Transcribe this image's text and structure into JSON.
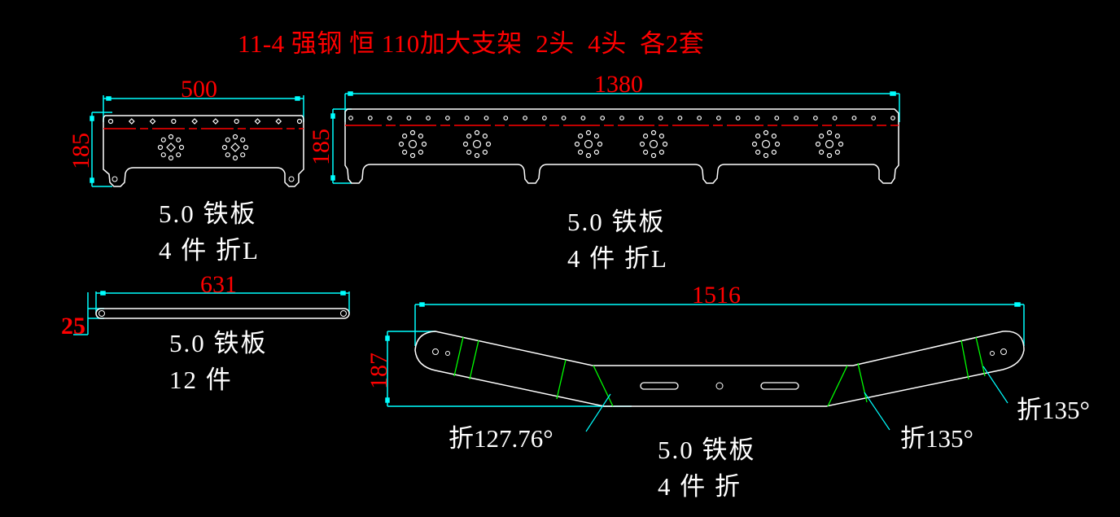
{
  "title": "11-4 强钢 恒 110加大支架  2头  4头  各2套",
  "colors": {
    "background": "#000000",
    "outline": "#ffffff",
    "dimension_line": "#00ffff",
    "dimension_text": "#ff0000",
    "bend_line": "#00ff00",
    "center_line": "#ff0000",
    "note_text": "#ffffff"
  },
  "parts": [
    {
      "id": "part-500",
      "width_dim": "500",
      "height_dim": "185",
      "note_lines": [
        "5.0 铁板",
        "4 件 折L"
      ],
      "hole_clusters": 2,
      "top_holes": 10
    },
    {
      "id": "part-1380",
      "width_dim": "1380",
      "height_dim": "185",
      "note_lines": [
        "5.0 铁板",
        "4 件 折L"
      ],
      "hole_clusters": 6,
      "top_holes": 29
    },
    {
      "id": "part-631",
      "width_dim": "631",
      "height_dim": "25",
      "note_lines": [
        "5.0 铁板",
        "12 件"
      ]
    },
    {
      "id": "part-1516",
      "width_dim": "1516",
      "height_dim": "187",
      "note_lines": [
        "5.0 铁板",
        "4 件 折"
      ],
      "bend_labels": [
        "折127.76°",
        "折135°",
        "折135°"
      ]
    }
  ]
}
